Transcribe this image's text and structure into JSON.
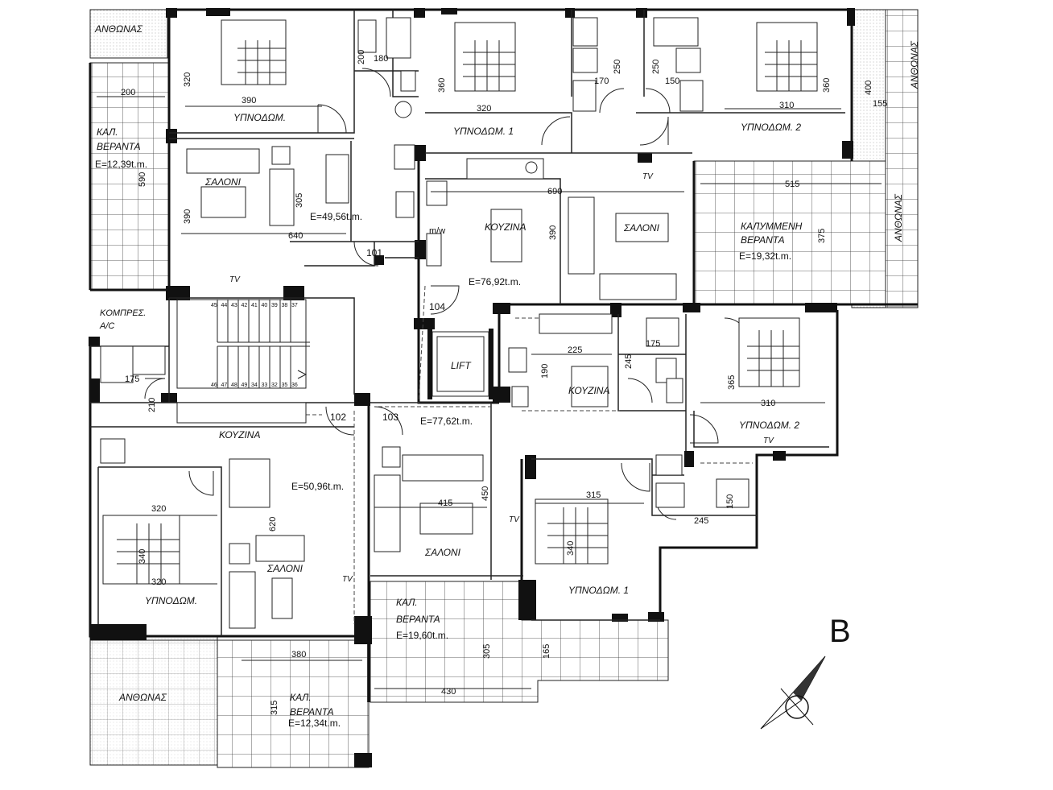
{
  "garden": "ΑΝΘΩΝΑΣ",
  "covered_veranda": "ΚΑΛ.\nΒΕΡΑΝΤΑ",
  "covered_veranda_full": "ΚΑΛΥΜΜΕΝΗ\nΒΕΡΑΝΤΑ",
  "bedroom": "ΥΠΝΟΔΩΜ.",
  "bedroom1": "ΥΠΝΟΔΩΜ. 1",
  "bedroom2": "ΥΠΝΟΔΩΜ. 2",
  "living": "ΣΑΛΟΝΙ",
  "kitchen": "ΚΟΥΖΙΝΑ",
  "compressor": "ΚΟΜΠΡΕΣ.\nΑ/C",
  "lift": "LIFT",
  "tv": "TV",
  "mw": "m/w",
  "block_letter": "B",
  "flats": [
    "101",
    "102",
    "103",
    "104"
  ],
  "areas": {
    "veranda_101": "E=12,39t.m.",
    "flat_101": "E=49,56t.m.",
    "flat_104": "E=76,92t.m.",
    "veranda_104": "E=19,32t.m.",
    "flat_103": "E=77,62t.m.",
    "flat_102": "E=50,96t.m.",
    "veranda_103": "E=19,60t.m.",
    "veranda_102": "E=12,34t.m."
  },
  "stairs_top": [
    "45",
    "44",
    "43",
    "42",
    "41",
    "40",
    "39",
    "38",
    "37"
  ],
  "stairs_bottom": [
    "46",
    "47",
    "48",
    "49",
    "34",
    "33",
    "32",
    "35",
    "36"
  ],
  "dims": [
    "200",
    "320",
    "390",
    "305",
    "390",
    "640",
    "590",
    "200",
    "180",
    "360",
    "320",
    "250",
    "170",
    "250",
    "150",
    "360",
    "310",
    "400",
    "155",
    "690",
    "390",
    "515",
    "375",
    "225",
    "190",
    "245",
    "175",
    "365",
    "310",
    "175",
    "210",
    "320",
    "340",
    "320",
    "620",
    "415",
    "450",
    "315",
    "340",
    "245",
    "150",
    "305",
    "430",
    "165",
    "380",
    "315"
  ]
}
